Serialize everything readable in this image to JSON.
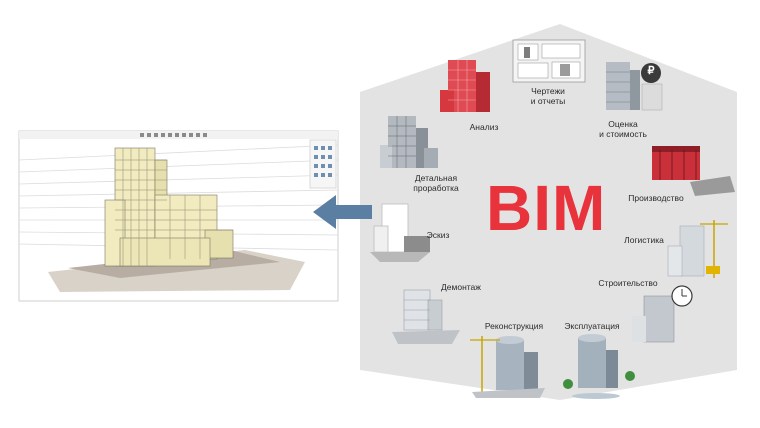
{
  "title": "BIM",
  "colors": {
    "accent": "#e8323c",
    "hexagon": "#e3e3e3",
    "arrow": "#5a7fa3",
    "building": "#f1ebbf"
  },
  "stages": {
    "analysis": "Анализ",
    "drawings": "Чертежи\nи отчеты",
    "estimate": "Оценка\nи стоимость",
    "detailed": "Детальная\nпроработка",
    "production": "Производство",
    "sketch": "Эскиз",
    "logistics": "Логистика",
    "dismantling": "Демонтаж",
    "construction": "Строительство",
    "reconstruction": "Реконструкция",
    "operation": "Эксплуатация"
  },
  "icons": {
    "currency": "₽",
    "viewport": "bim-model-viewport-icon",
    "arrow": "arrow-left-icon"
  }
}
